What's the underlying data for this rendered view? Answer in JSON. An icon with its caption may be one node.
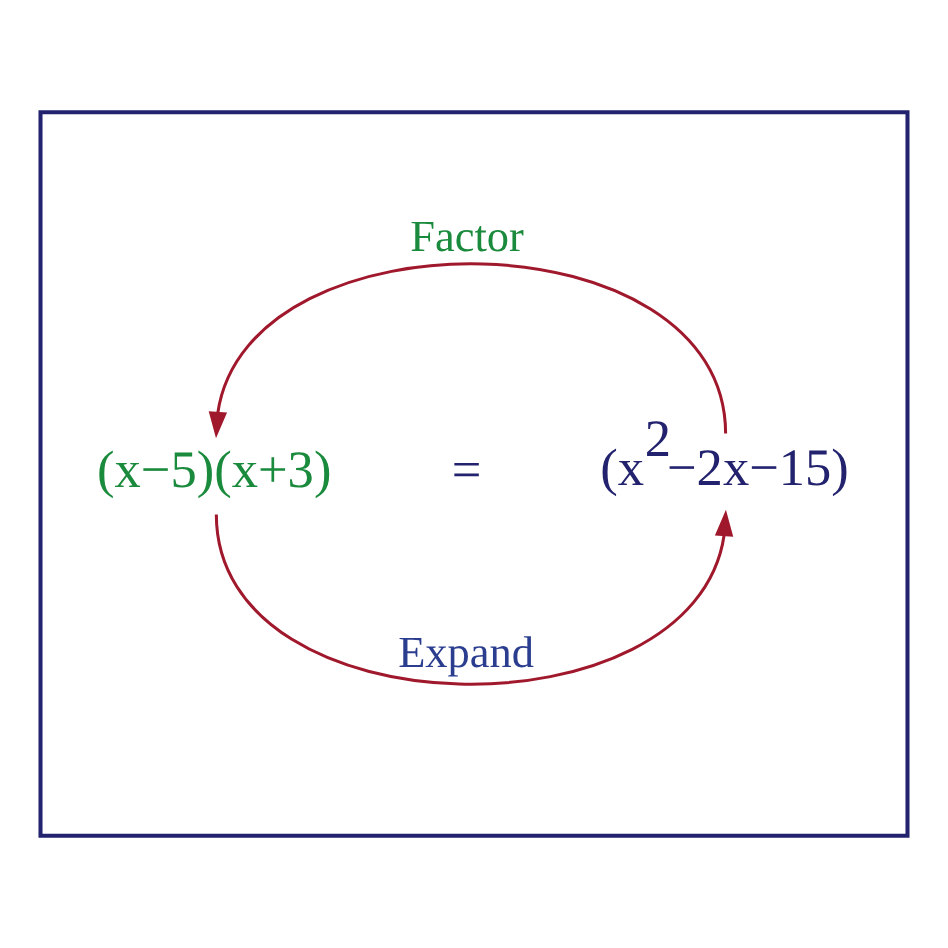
{
  "diagram": {
    "nodes": [
      {
        "text": [],
        "shape": "box"
      },
      {
        "text": [
          "(x−5)(x+3)"
        ],
        "in": 0
      },
      {
        "text": [
          "(x$^{2}$−2x−15)"
        ],
        "in": 0
      }
    ],
    "edges": [
      {
        "from": 2,
        "to": 1,
        "arrow": "to",
        "label": "Factor"
      },
      {
        "from": 1,
        "to": 2,
        "arrow": "to",
        "label": "Expand"
      }
    ],
    "labels": [
      "="
    ]
  }
}
